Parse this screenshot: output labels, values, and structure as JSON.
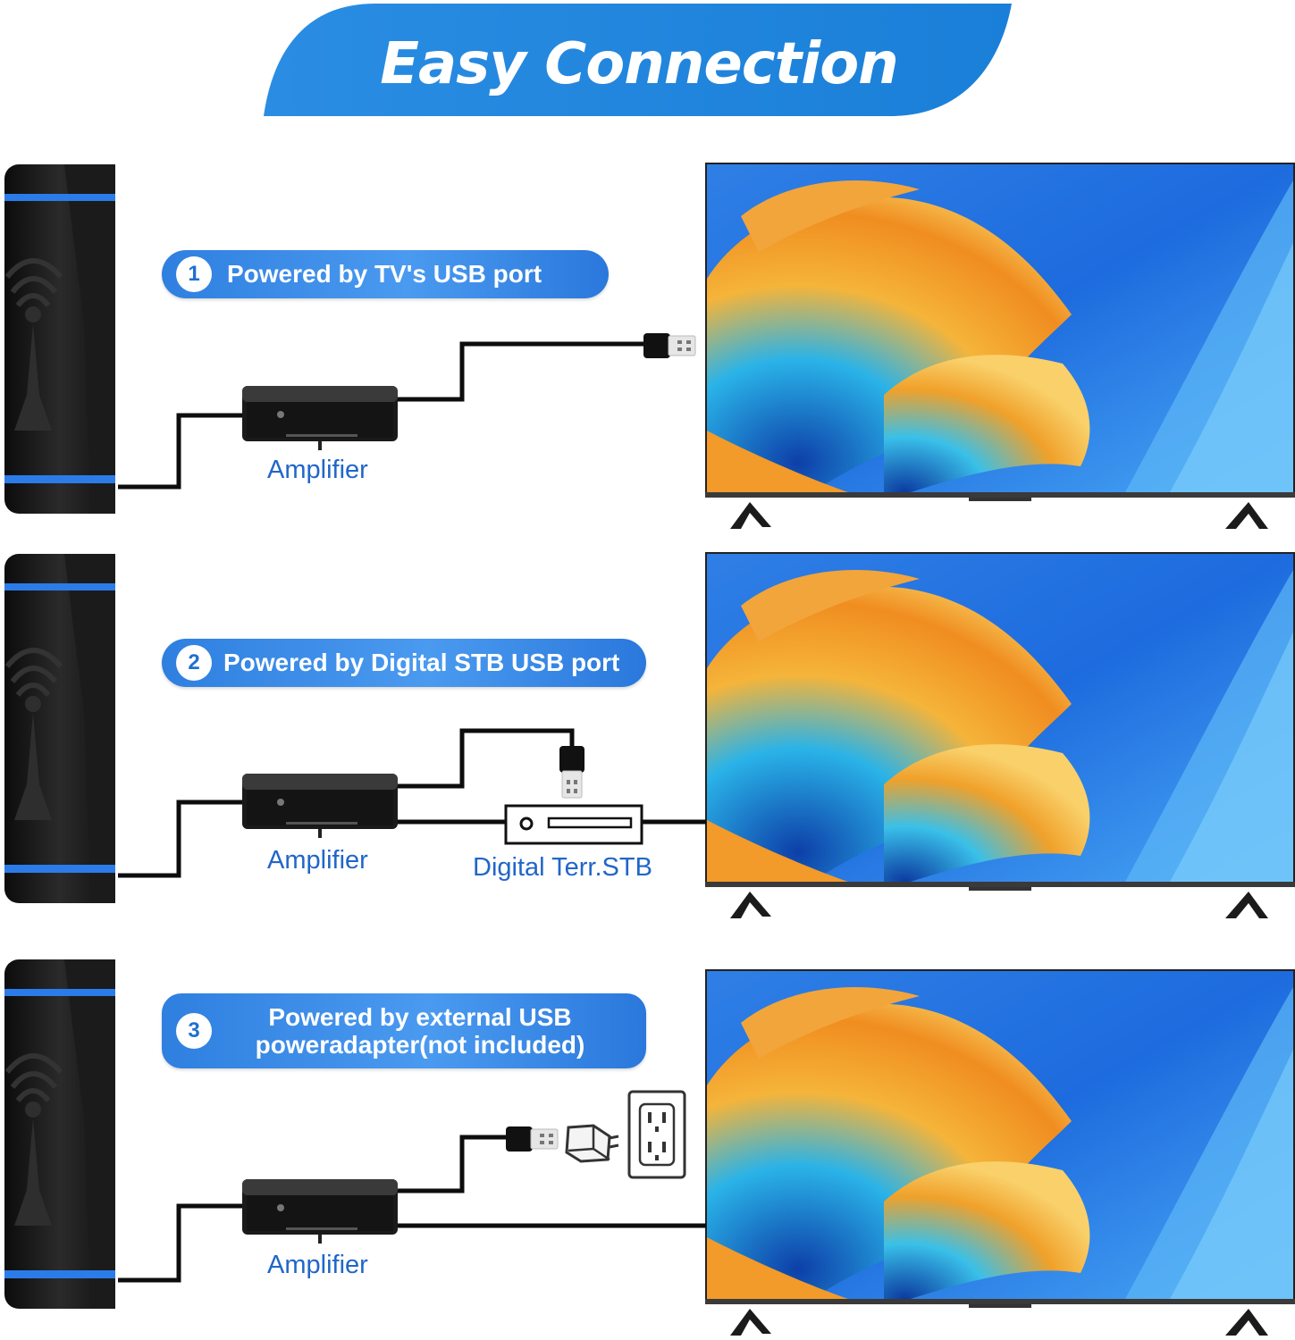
{
  "title": "Easy Connection",
  "colors": {
    "banner": "#1d86de",
    "badge": "#3a8fea",
    "label": "#2166c9",
    "cable": "#0d0d0d",
    "antenna_accent": "#2b7ce8"
  },
  "options": [
    {
      "number": "1",
      "label": "Powered by TV's USB port"
    },
    {
      "number": "2",
      "label": "Powered by Digital STB USB port"
    },
    {
      "number": "3",
      "label_line1": "Powered by external USB",
      "label_line2": "poweradapter(not included)"
    }
  ],
  "amplifier_label": "Amplifier",
  "stb_label": "Digital Terr.STB",
  "icons": [
    "antenna-icon",
    "amplifier-icon",
    "usb-plug-icon",
    "set-top-box-icon",
    "power-adapter-icon",
    "wall-outlet-icon",
    "television-icon"
  ]
}
